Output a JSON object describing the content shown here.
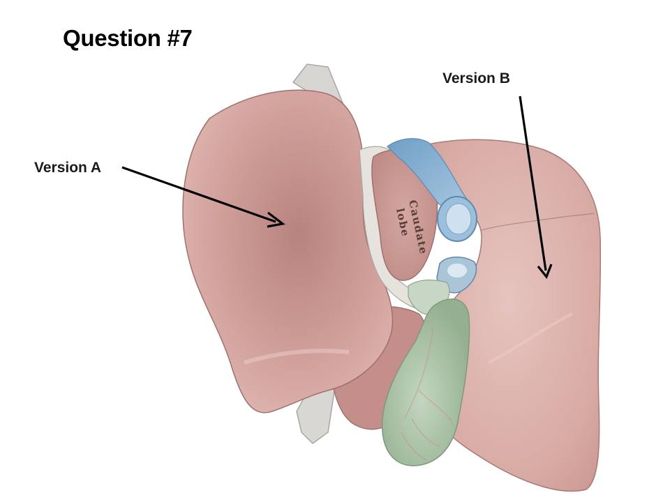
{
  "slide": {
    "title": "Question #7"
  },
  "labels": {
    "version_a": "Version A",
    "version_b": "Version B"
  },
  "figure": {
    "lobe_text_line1": "Caudate",
    "lobe_text_line2": "lobe",
    "colors": {
      "liver": "#d9a39e",
      "liver_shadow": "#b97a78",
      "gallbladder": "#a9c1a6",
      "vein": "#8fb3cf",
      "arrow": "#000000"
    }
  }
}
